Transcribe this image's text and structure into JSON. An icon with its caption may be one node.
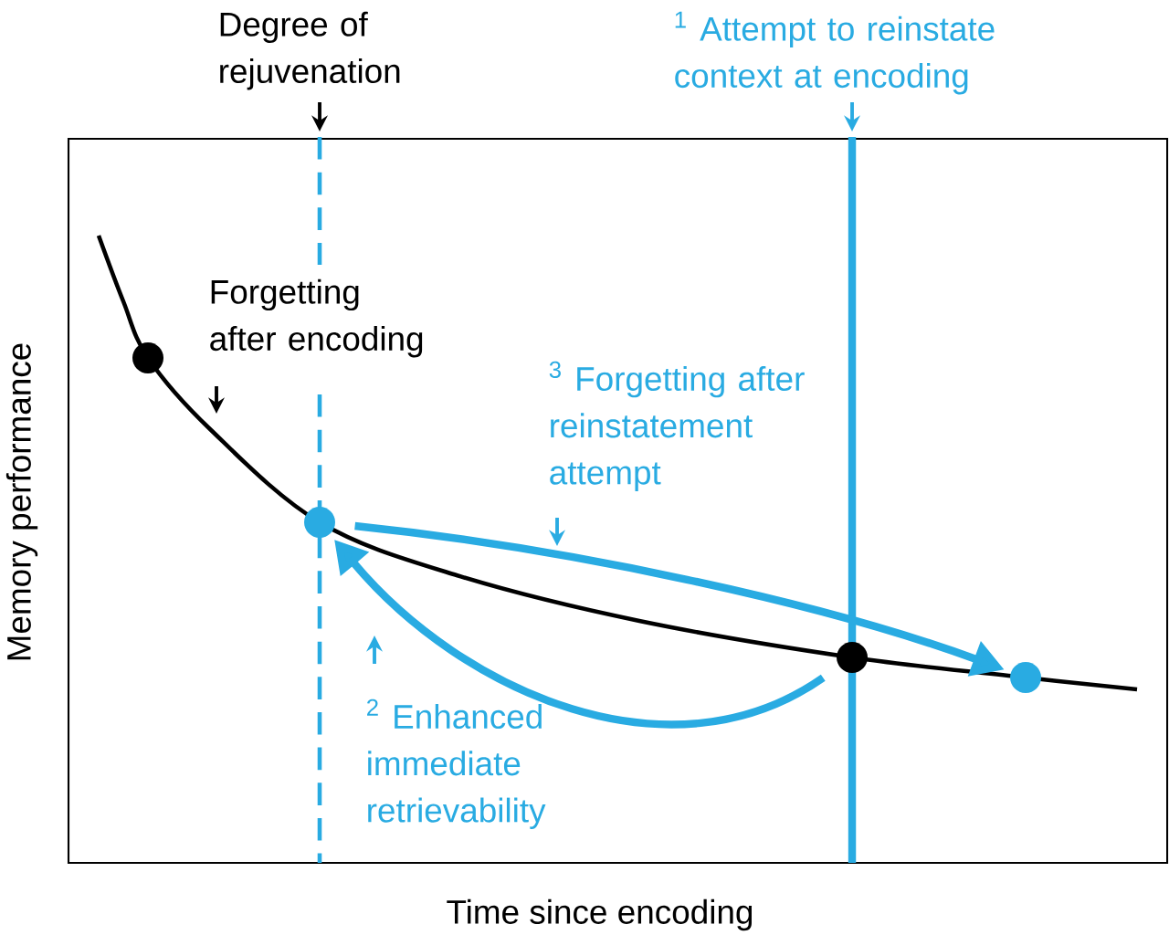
{
  "diagram": {
    "nodes": [
      {
        "text": [],
        "shape": "circle"
      },
      {
        "text": [],
        "shape": "circle"
      },
      {
        "text": [],
        "shape": "circle"
      },
      {
        "text": [],
        "shape": "circle"
      }
    ],
    "edges": [
      {
        "from": 2,
        "to": 1,
        "arrow": "to"
      },
      {
        "from": 1,
        "to": 3,
        "arrow": "to"
      }
    ],
    "labels": [
      "Degree of rejuvenation",
      "$^{1}$ Attempt to reinstate context at encoding",
      "Forgetting after encoding",
      "$^{3}$ Forgetting after reinstatement attempt",
      "$^{2}$ Enhanced immediate retrievability",
      "Memory performance",
      "Time since encoding"
    ]
  }
}
